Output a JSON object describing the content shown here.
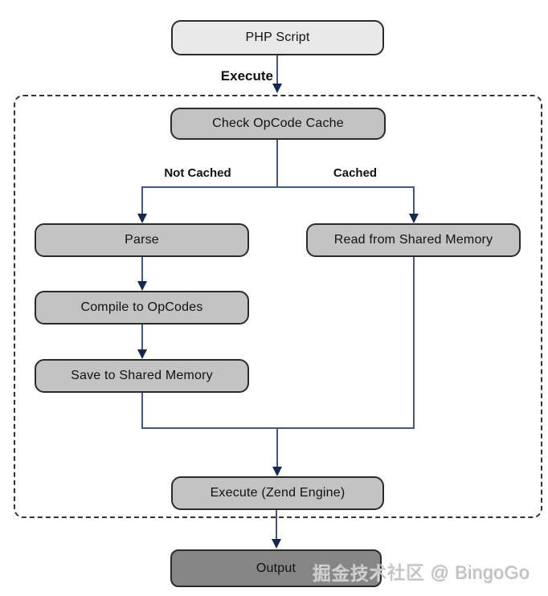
{
  "diagram": {
    "type": "flowchart",
    "topic": "PHP OpCode cache execution flow"
  },
  "nodes": {
    "php_script": {
      "label": "PHP Script"
    },
    "check_cache": {
      "label": "Check OpCode Cache"
    },
    "parse": {
      "label": "Parse"
    },
    "read_shared": {
      "label": "Read from Shared Memory"
    },
    "compile": {
      "label": "Compile to OpCodes"
    },
    "save_shared": {
      "label": "Save to Shared Memory"
    },
    "execute_zend": {
      "label": "Execute (Zend Engine)"
    },
    "output": {
      "label": "Output"
    }
  },
  "edge_labels": {
    "execute": "Execute",
    "not_cached": "Not Cached",
    "cached": "Cached"
  },
  "edges": [
    {
      "from": "php_script",
      "to": "check_cache",
      "label": "Execute"
    },
    {
      "from": "check_cache",
      "to": "parse",
      "label": "Not Cached"
    },
    {
      "from": "check_cache",
      "to": "read_shared",
      "label": "Cached"
    },
    {
      "from": "parse",
      "to": "compile",
      "label": ""
    },
    {
      "from": "compile",
      "to": "save_shared",
      "label": ""
    },
    {
      "from": "save_shared",
      "to": "execute_zend",
      "label": ""
    },
    {
      "from": "read_shared",
      "to": "execute_zend",
      "label": ""
    },
    {
      "from": "execute_zend",
      "to": "output",
      "label": ""
    }
  ],
  "watermark": "掘金技术社区 @ BingoGo",
  "colors": {
    "node_light_fill": "#e9e9e9",
    "node_gray_fill": "#c3c3c3",
    "node_dark_fill": "#868686",
    "node_border": "#2b2b2b",
    "boundary_border": "#333333",
    "connector_line": "#44577c",
    "arrowhead": "#16294d",
    "watermark_text": "#bfbfbf",
    "background": "#ffffff"
  }
}
